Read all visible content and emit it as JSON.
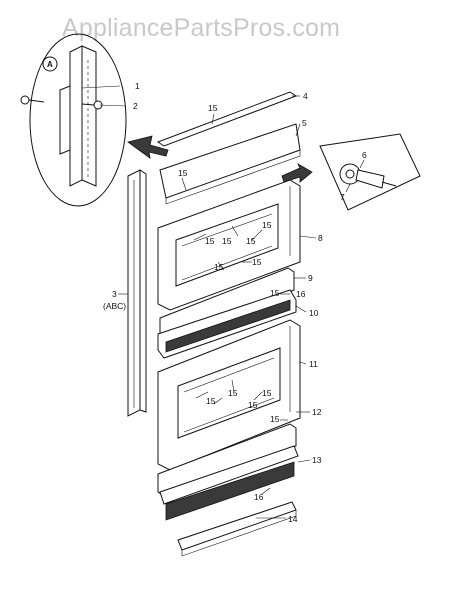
{
  "watermark": "AppliancePartsPros.com",
  "detail_circle_label": "A",
  "callouts": {
    "c1": "1",
    "c2": "2",
    "c3": "3",
    "c3_note": "(ABC)",
    "c4": "4",
    "c5": "5",
    "c6": "6",
    "c7": "7",
    "c8": "8",
    "c9": "9",
    "c10": "10",
    "c11": "11",
    "c12": "12",
    "c13": "13",
    "c14": "14",
    "c15": "15",
    "c16": "16"
  },
  "colors": {
    "line": "#111111",
    "watermark": "#c9c9c9",
    "background": "#ffffff"
  }
}
